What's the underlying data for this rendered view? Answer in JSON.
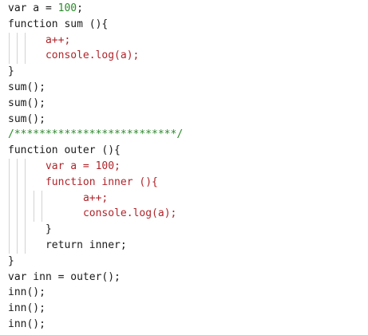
{
  "code": {
    "lines": [
      {
        "indent": 0,
        "guides": 0,
        "parts": [
          {
            "t": "var a = ",
            "c": "plain"
          },
          {
            "t": "100",
            "c": "num"
          },
          {
            "t": ";",
            "c": "plain"
          }
        ]
      },
      {
        "indent": 0,
        "guides": 0,
        "parts": [
          {
            "t": "function sum (){",
            "c": "plain"
          }
        ]
      },
      {
        "indent": 2,
        "guides": 3,
        "parts": [
          {
            "t": "a++;",
            "c": "red"
          }
        ]
      },
      {
        "indent": 2,
        "guides": 3,
        "parts": [
          {
            "t": "console.log(a);",
            "c": "red"
          }
        ]
      },
      {
        "indent": 0,
        "guides": 0,
        "parts": [
          {
            "t": "}",
            "c": "plain"
          }
        ]
      },
      {
        "indent": 0,
        "guides": 0,
        "parts": [
          {
            "t": "sum();",
            "c": "plain"
          }
        ]
      },
      {
        "indent": 0,
        "guides": 0,
        "parts": [
          {
            "t": "sum();",
            "c": "plain"
          }
        ]
      },
      {
        "indent": 0,
        "guides": 0,
        "parts": [
          {
            "t": "sum();",
            "c": "plain"
          }
        ]
      },
      {
        "indent": 0,
        "guides": 0,
        "parts": [
          {
            "t": "/**************************/",
            "c": "green"
          }
        ]
      },
      {
        "indent": 0,
        "guides": 0,
        "parts": [
          {
            "t": "function outer (){",
            "c": "plain"
          }
        ]
      },
      {
        "indent": 2,
        "guides": 3,
        "parts": [
          {
            "t": "var a = 100;",
            "c": "red"
          }
        ]
      },
      {
        "indent": 2,
        "guides": 3,
        "parts": [
          {
            "t": "function inner (){",
            "c": "red"
          }
        ]
      },
      {
        "indent": 4,
        "guides": 5,
        "parts": [
          {
            "t": "a++;",
            "c": "red"
          }
        ]
      },
      {
        "indent": 4,
        "guides": 5,
        "parts": [
          {
            "t": "console.log(a);",
            "c": "red"
          }
        ]
      },
      {
        "indent": 2,
        "guides": 3,
        "parts": [
          {
            "t": "}",
            "c": "plain"
          }
        ]
      },
      {
        "indent": 2,
        "guides": 3,
        "parts": [
          {
            "t": "return inner;",
            "c": "plain"
          }
        ]
      },
      {
        "indent": 0,
        "guides": 0,
        "parts": [
          {
            "t": "}",
            "c": "plain"
          }
        ]
      },
      {
        "indent": 0,
        "guides": 0,
        "parts": [
          {
            "t": "var inn = outer();",
            "c": "plain"
          }
        ]
      },
      {
        "indent": 0,
        "guides": 0,
        "parts": [
          {
            "t": "inn();",
            "c": "plain"
          }
        ]
      },
      {
        "indent": 0,
        "guides": 0,
        "parts": [
          {
            "t": "inn();",
            "c": "plain"
          }
        ]
      },
      {
        "indent": 0,
        "guides": 0,
        "parts": [
          {
            "t": "inn();",
            "c": "plain"
          }
        ]
      }
    ]
  },
  "colors": {
    "plain": "#1a1a1a",
    "red": "#b0242a",
    "green": "#2a8a2a",
    "guide": "#d3d3d3"
  }
}
